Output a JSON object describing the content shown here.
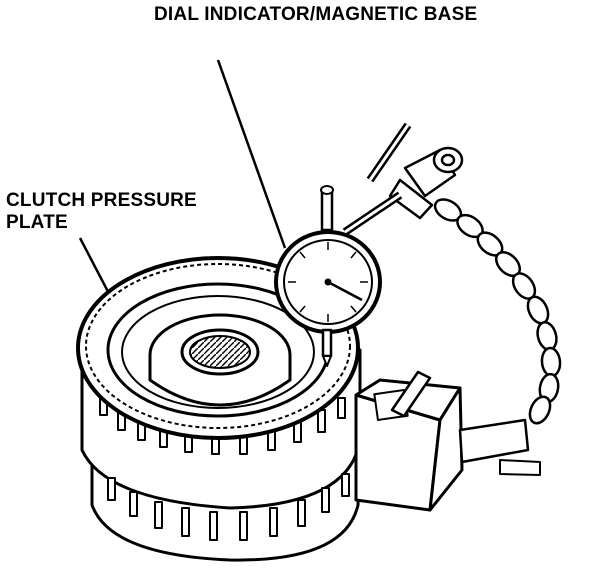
{
  "labels": {
    "dial_indicator": "DIAL INDICATOR/MAGNETIC BASE",
    "clutch_line1": "CLUTCH PRESSURE",
    "clutch_line2": "PLATE"
  },
  "colors": {
    "ink": "#000000",
    "paper": "#ffffff"
  }
}
